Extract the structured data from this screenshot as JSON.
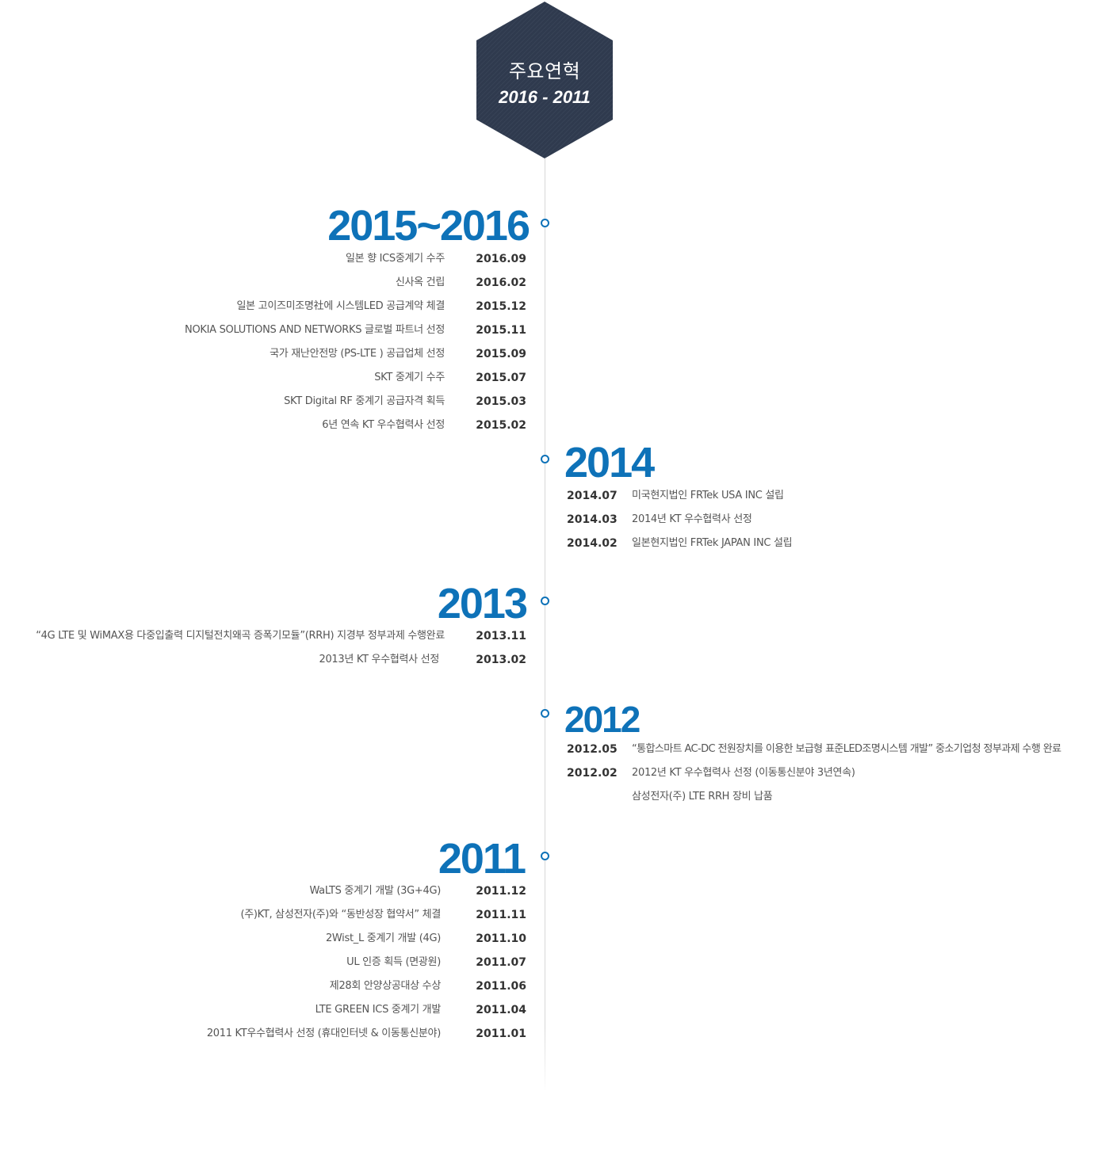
{
  "header": {
    "title": "주요연혁",
    "range": "2016 - 2011",
    "bg_color": "#2f3a4e"
  },
  "accent_color": "#0e72b8",
  "sections": [
    {
      "year": "2015~2016",
      "items": [
        {
          "date": "2016.09",
          "text": "일본 향 ICS중계기 수주"
        },
        {
          "date": "2016.02",
          "text": "신사옥 건립"
        },
        {
          "date": "2015.12",
          "text": "일본 고이즈미조명社에 시스템LED 공급계약 체결"
        },
        {
          "date": "2015.11",
          "text": "NOKIA SOLUTIONS AND NETWORKS 글로벌 파트너 선정"
        },
        {
          "date": "2015.09",
          "text": "국가 재난안전망 (PS-LTE ) 공급업체 선정"
        },
        {
          "date": "2015.07",
          "text": "SKT 중계기 수주"
        },
        {
          "date": "2015.03",
          "text": "SKT Digital RF 중계기 공급자격 획득"
        },
        {
          "date": "2015.02",
          "text": "6년 연속 KT 우수협력사 선정"
        }
      ]
    },
    {
      "year": "2014",
      "items": [
        {
          "date": "2014.07",
          "text": "미국현지법인 FRTek USA INC 설립"
        },
        {
          "date": "2014.03",
          "text": "2014년 KT 우수협력사 선정"
        },
        {
          "date": "2014.02",
          "text": "일본현지법인 FRTek JAPAN INC 설립"
        }
      ]
    },
    {
      "year": "2013",
      "items": [
        {
          "date": "2013.11",
          "text": "“4G LTE 및 WiMAX용 다중입출력 디지털전치왜곡 증폭기모듈”(RRH) 지경부 정부과제 수행완료"
        },
        {
          "date": "2013.02",
          "text": "2013년 KT 우수협력사 선정"
        }
      ]
    },
    {
      "year": "2012",
      "items": [
        {
          "date": "2012.05",
          "text": "“통합스마트 AC-DC 전원장치를 이용한 보급형 표준LED조명시스템 개발” 중소기업청 정부과제 수행 완료"
        },
        {
          "date": "2012.02",
          "text": "2012년 KT 우수협력사 선정 (이동통신분야 3년연속)"
        },
        {
          "date": "",
          "text": "삼성전자(주) LTE RRH 장비 납품"
        }
      ]
    },
    {
      "year": "2011",
      "items": [
        {
          "date": "2011.12",
          "text": "WaLTS 중계기 개발 (3G+4G)"
        },
        {
          "date": "2011.11",
          "text": "(주)KT, 삼성전자(주)와 “동반성장 협약서” 체결"
        },
        {
          "date": "2011.10",
          "text": "2Wist_L 중계기 개발 (4G)"
        },
        {
          "date": "2011.07",
          "text": "UL 인증 획득 (면광원)"
        },
        {
          "date": "2011.06",
          "text": "제28회 안양상공대상 수상"
        },
        {
          "date": "2011.04",
          "text": "LTE GREEN ICS 중계기 개발"
        },
        {
          "date": "2011.01",
          "text": "2011 KT우수협력사 선정 (휴대인터넷 & 이동통신분야)"
        }
      ]
    }
  ]
}
